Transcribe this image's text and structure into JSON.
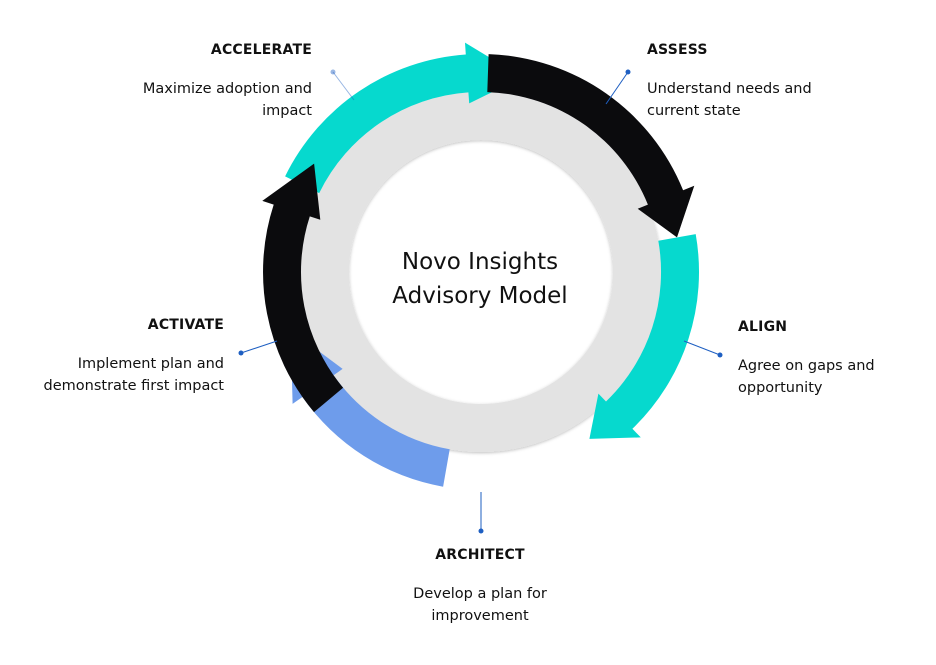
{
  "title": {
    "line1": "Novo Insights",
    "line2": "Advisory Model"
  },
  "colors": {
    "teal": "#06D9CE",
    "black": "#0B0B0D",
    "blue": "#6E9CEB",
    "ring": "#E3E3E3",
    "connector": "#1E5FC2"
  },
  "stages": {
    "assess": {
      "title": "ASSESS",
      "desc": [
        "Understand needs and",
        "current state"
      ],
      "color": "black"
    },
    "align": {
      "title": "ALIGN",
      "desc": [
        "Agree on gaps and",
        "opportunity"
      ],
      "color": "teal"
    },
    "architect": {
      "title": "ARCHITECT",
      "desc": [
        "Develop a plan for",
        "improvement"
      ],
      "color": "blue"
    },
    "activate": {
      "title": "ACTIVATE",
      "desc": [
        "Implement plan and",
        "demonstrate first impact"
      ],
      "color": "black"
    },
    "accelerate": {
      "title": "ACCELERATE",
      "desc": [
        "Maximize adoption and",
        "impact"
      ],
      "color": "teal"
    }
  }
}
